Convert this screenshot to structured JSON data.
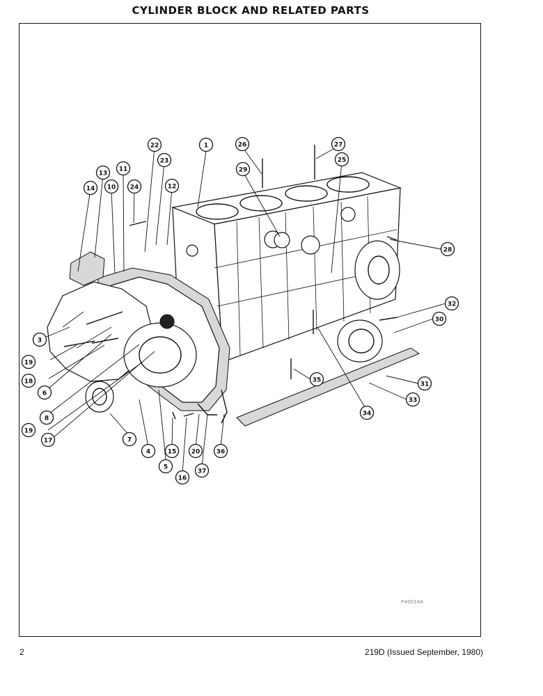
{
  "page": {
    "title": "CYLINDER BLOCK AND RELATED PARTS",
    "page_number": "2",
    "issue": "219D (Issued September, 1980)",
    "drawing_code": "P40014A"
  },
  "callouts": [
    "1",
    "3",
    "4",
    "5",
    "6",
    "7",
    "8",
    "10",
    "11",
    "12",
    "13",
    "14",
    "15",
    "16",
    "17",
    "18",
    "19",
    "19",
    "20",
    "22",
    "23",
    "24",
    "25",
    "26",
    "27",
    "28",
    "29",
    "30",
    "31",
    "32",
    "33",
    "34",
    "35",
    "36",
    "37"
  ]
}
